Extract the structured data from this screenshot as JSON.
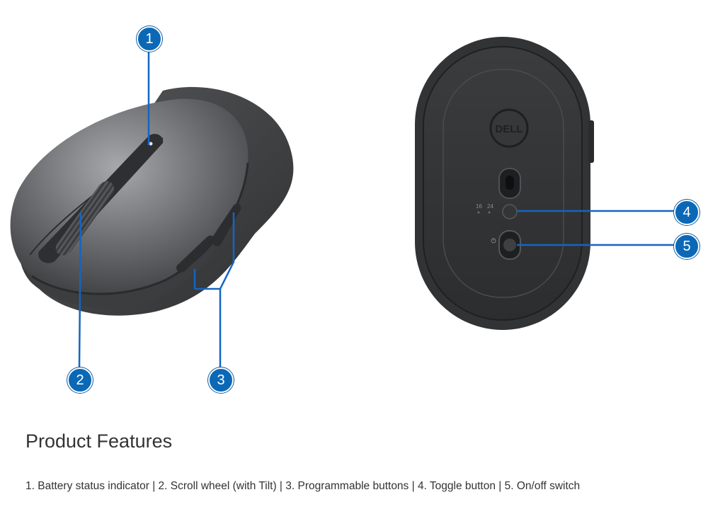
{
  "callouts": [
    "1",
    "2",
    "3",
    "4",
    "5"
  ],
  "logo_text": "DELL",
  "dpi_labels": [
    "16",
    "24"
  ],
  "colors": {
    "callout_blue": "#0b68b6",
    "mouse_body": "#4a4b4d",
    "text": "#333333"
  },
  "icons": [
    "mouse-top-view",
    "mouse-bottom-view",
    "dell-logo",
    "power-icon"
  ],
  "features": {
    "heading": "Product Features",
    "description": "1. Battery status indicator | 2. Scroll wheel (with Tilt) | 3. Programmable buttons | 4. Toggle button | 5. On/off switch"
  }
}
